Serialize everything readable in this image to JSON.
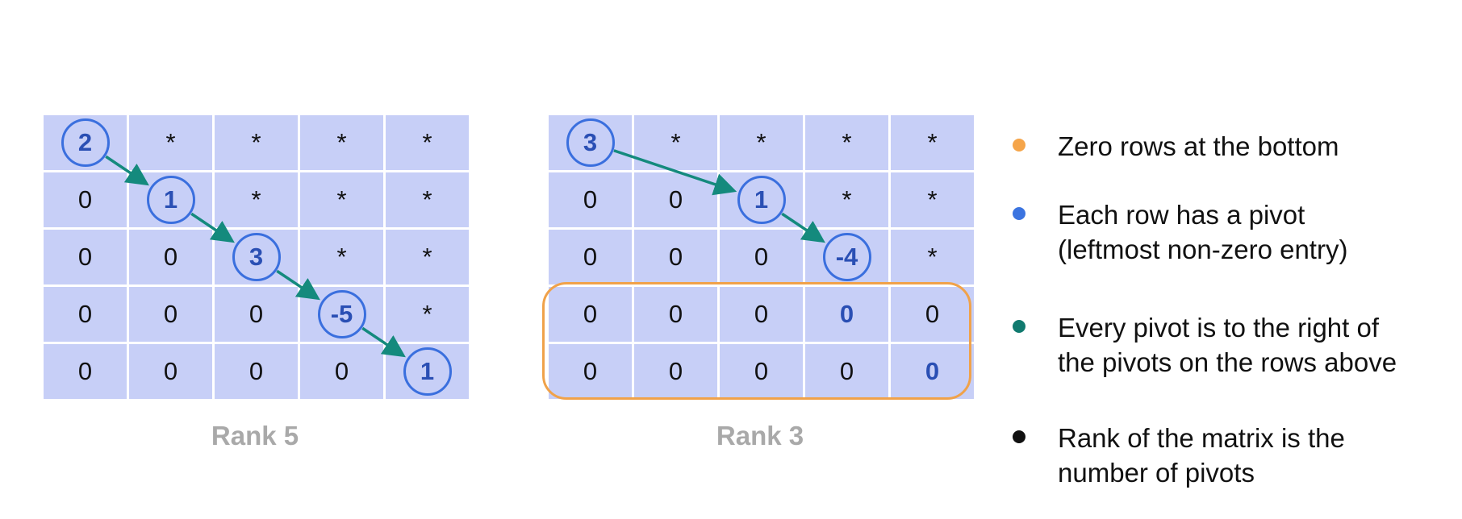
{
  "matrices": [
    {
      "rows": [
        [
          "2",
          "*",
          "*",
          "*",
          "*"
        ],
        [
          "0",
          "1",
          "*",
          "*",
          "*"
        ],
        [
          "0",
          "0",
          "3",
          "*",
          "*"
        ],
        [
          "0",
          "0",
          "0",
          "-5",
          "*"
        ],
        [
          "0",
          "0",
          "0",
          "0",
          "1"
        ]
      ],
      "pivots": [
        [
          0,
          0
        ],
        [
          1,
          1
        ],
        [
          2,
          2
        ],
        [
          3,
          3
        ],
        [
          4,
          4
        ]
      ],
      "label": "Rank 5"
    },
    {
      "rows": [
        [
          "3",
          "*",
          "*",
          "*",
          "*"
        ],
        [
          "0",
          "0",
          "1",
          "*",
          "*"
        ],
        [
          "0",
          "0",
          "0",
          "-4",
          "*"
        ],
        [
          "0",
          "0",
          "0",
          "0",
          "0"
        ],
        [
          "0",
          "0",
          "0",
          "0",
          "0"
        ]
      ],
      "pivots": [
        [
          0,
          0
        ],
        [
          1,
          2
        ],
        [
          2,
          3
        ]
      ],
      "blue_zeros": [
        [
          3,
          3
        ],
        [
          4,
          4
        ]
      ],
      "label": "Rank 3"
    }
  ],
  "legend": [
    {
      "color": "#f5a54a",
      "line1": "Zero rows at the bottom",
      "line2": ""
    },
    {
      "color": "#3b74e0",
      "line1": "Each row has a pivot",
      "line2": "(leftmost non-zero entry)"
    },
    {
      "color": "#117a6f",
      "line1": "Every pivot is to the right of",
      "line2": "the pivots on the rows above"
    },
    {
      "color": "#111111",
      "line1": "Rank of the matrix is the",
      "line2": "number of pivots"
    }
  ],
  "colors": {
    "cell": "#c7cff7",
    "pivot_ring": "#3a6fde",
    "pivot_text": "#2a4fb4",
    "arrow": "#148a7d",
    "zero_box": "#f0a24a",
    "rank_label": "#a9a9a9"
  }
}
